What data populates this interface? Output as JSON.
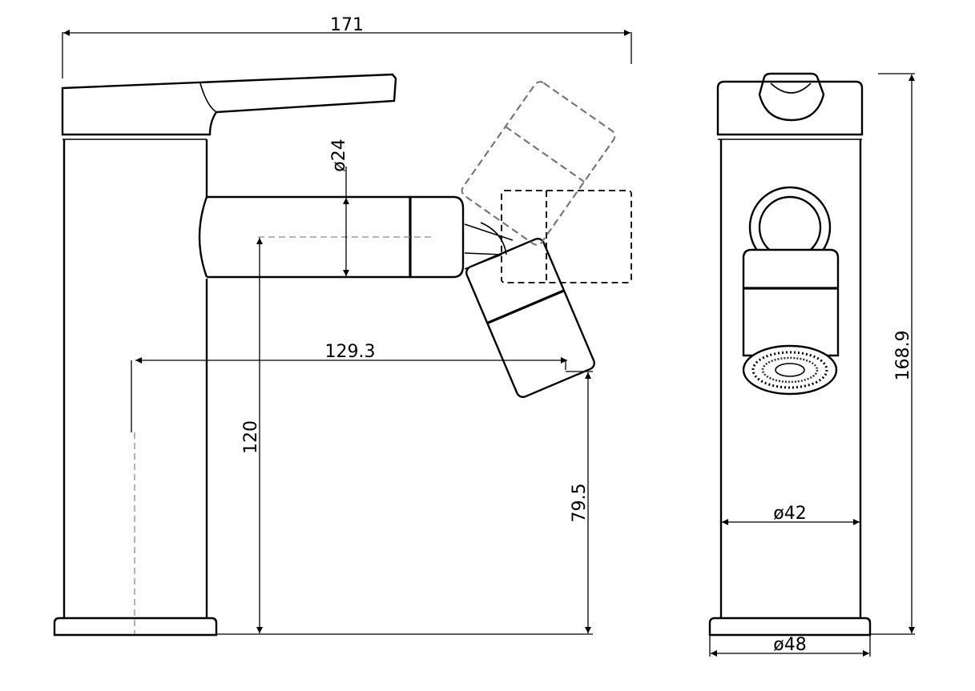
{
  "dimensions": {
    "overall_width": "171",
    "pipe_diameter": "ø24",
    "spout_reach": "129.3",
    "spout_axis_height": "120",
    "outlet_height": "79.5",
    "total_height": "168.9",
    "body_diameter": "ø42",
    "base_diameter": "ø48"
  },
  "colors": {
    "line": "#000000",
    "hidden_line": "#777777",
    "center_line": "#888888",
    "background": "#ffffff"
  }
}
